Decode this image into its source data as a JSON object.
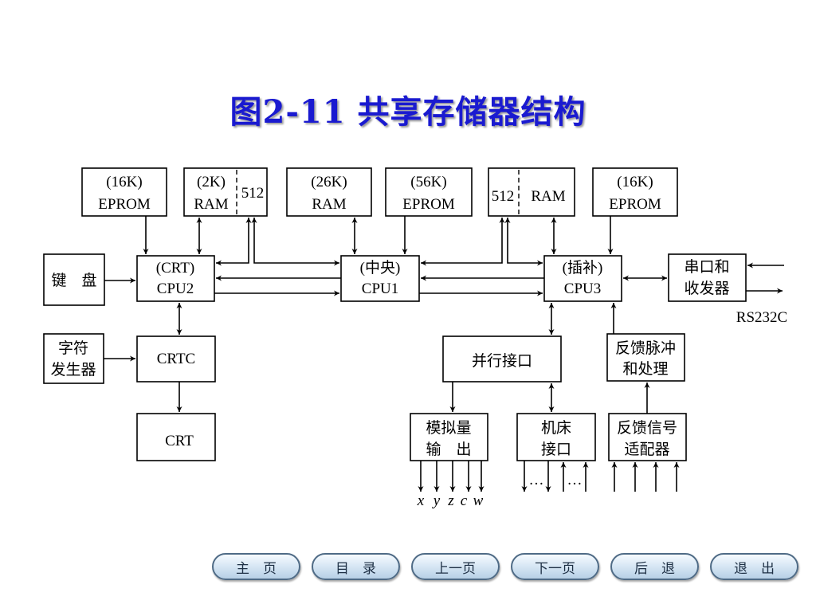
{
  "title": "图2-11 共享存储器结构",
  "blocks": {
    "eprom1": [
      "(16K)",
      "EPROM"
    ],
    "ram2k": [
      "(2K)",
      "RAM"
    ],
    "ram2k_512": "512",
    "ram26k": [
      "(26K)",
      "RAM"
    ],
    "eprom56k": [
      "(56K)",
      "EPROM"
    ],
    "ram3_512": "512",
    "ram3": "RAM",
    "eprom3": [
      "(16K)",
      "EPROM"
    ],
    "keyboard": "键　盘",
    "cpu2": [
      "(CRT)",
      "CPU2"
    ],
    "cpu1": [
      "(中央)",
      "CPU1"
    ],
    "cpu3": [
      "(插补)",
      "CPU3"
    ],
    "serial": [
      "串口和",
      "收发器"
    ],
    "rs232c": "RS232C",
    "chargen": [
      "字符",
      "发生器"
    ],
    "crtc": "CRTC",
    "crt": "CRT",
    "parallel": "并行接口",
    "feedback_pulse": [
      "反馈脉冲",
      "和处理"
    ],
    "analog": [
      "模拟量",
      "输　出"
    ],
    "machine": [
      "机床",
      "接口"
    ],
    "feedback_adapter": [
      "反馈信号",
      "适配器"
    ],
    "analog_signals": [
      "x",
      "y",
      "z",
      "c",
      "w"
    ],
    "ellipsis": "…"
  },
  "nav": [
    "主　页",
    "目　录",
    "上一页",
    "下一页",
    "后　退",
    "退　出"
  ]
}
